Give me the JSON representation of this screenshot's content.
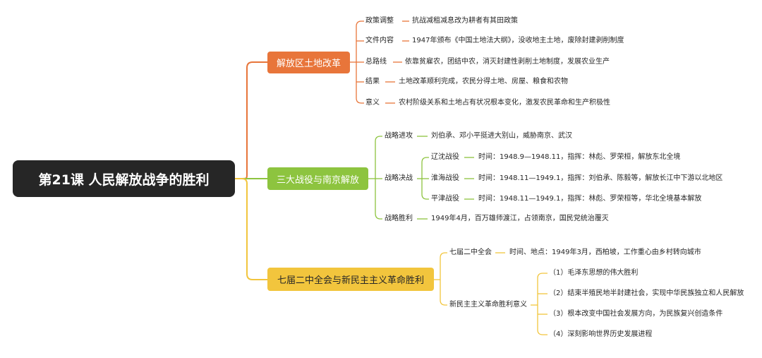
{
  "root": {
    "title": "第21课 人民解放战争的胜利"
  },
  "branch1": {
    "label": "解放区土地改革",
    "color": "#e8753a",
    "items": [
      {
        "key": "政策调整",
        "value": "抗战减租减息改为耕者有其田政策"
      },
      {
        "key": "文件内容",
        "value": "1947年颁布《中国土地法大纲》，没收地主土地，废除封建剥削制度"
      },
      {
        "key": "总路线",
        "value": "依靠贫雇农，团结中农，消灭封建性剥削土地制度，发展农业生产"
      },
      {
        "key": "结果",
        "value": "土地改革顺利完成，农民分得土地、房屋、粮食和农物"
      },
      {
        "key": "意义",
        "value": "农村阶级关系和土地占有状况根本变化，激发农民革命和生产积极性"
      }
    ]
  },
  "branch2": {
    "label": "三大战役与南京解放",
    "color": "#8dc43f",
    "attack": {
      "key": "战略进攻",
      "value": "刘伯承、邓小平挺进大别山，威胁南京、武汉"
    },
    "decisive": {
      "key": "战略决战",
      "battles": [
        {
          "name": "辽沈战役",
          "detail": "时间：1948.9—1948.11，指挥：林彪、罗荣桓，解放东北全境"
        },
        {
          "name": "淮海战役",
          "detail": "时间：1948.11—1949.1，指挥：刘伯承、陈毅等，解放长江中下游以北地区"
        },
        {
          "name": "平津战役",
          "detail": "时间：1948.11—1949.1，指挥：林彪、罗荣桓等，华北全境基本解放"
        }
      ]
    },
    "victory": {
      "key": "战略胜利",
      "value": "1949年4月，百万雄师渡江，占领南京，国民党统治覆灭"
    }
  },
  "branch3": {
    "label": "七届二中全会与新民主主义革命胜利",
    "color": "#f2c53d",
    "plenum": {
      "key": "七届二中全会",
      "value": "时间、地点：1949年3月，西柏坡，工作重心由乡村转向城市"
    },
    "significance": {
      "key": "新民主主义革命胜利意义",
      "points": [
        "（1）毛泽东思想的伟大胜利",
        "（2）结束半殖民地半封建社会，实现中华民族独立和人民解放",
        "（3）根本改变中国社会发展方向，为民族复兴创造条件",
        "（4）深刻影响世界历史发展进程"
      ]
    }
  }
}
